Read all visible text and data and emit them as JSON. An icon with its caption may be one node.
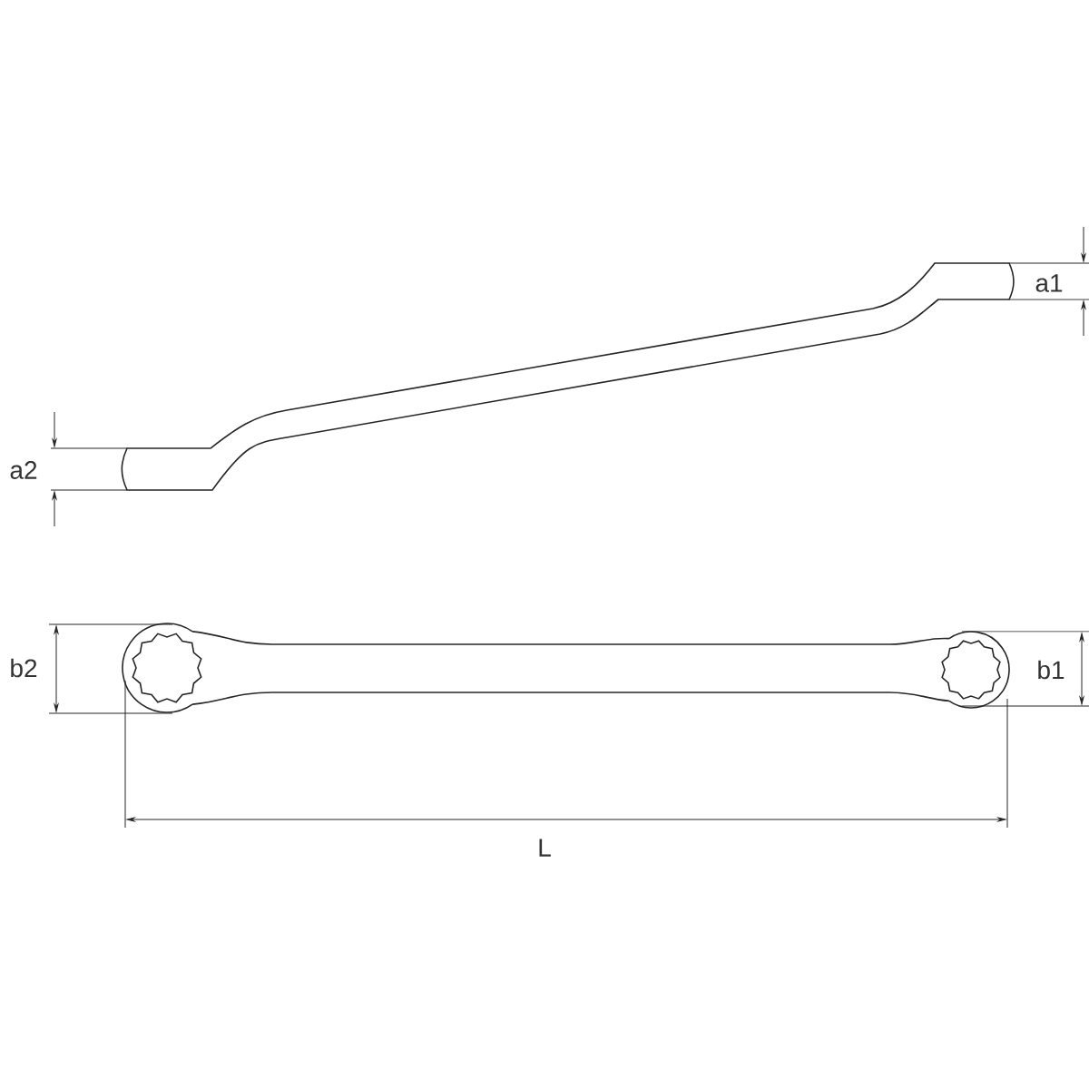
{
  "diagram": {
    "labels": [
      "a1",
      "a2",
      "b2",
      "b1",
      "L"
    ]
  }
}
